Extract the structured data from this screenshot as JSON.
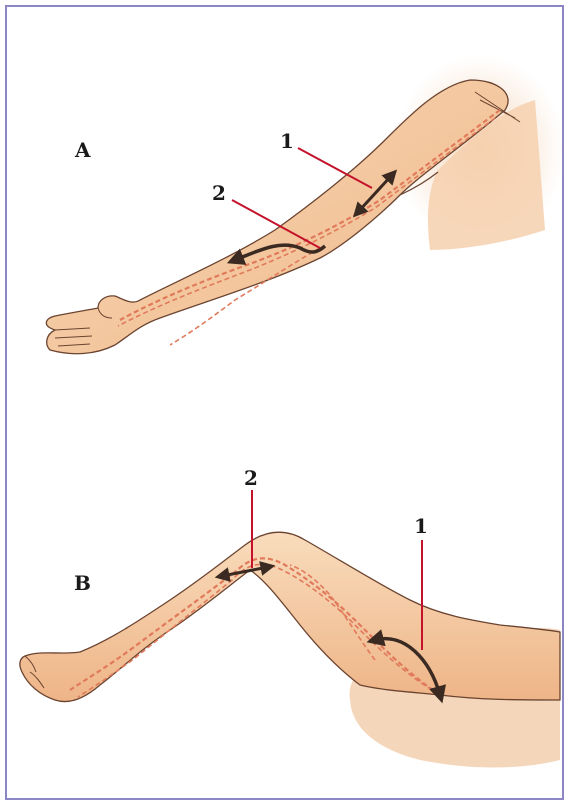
{
  "panels": [
    {
      "letter": "A",
      "callouts": [
        {
          "number": "1"
        },
        {
          "number": "2"
        }
      ]
    },
    {
      "letter": "B",
      "callouts": [
        {
          "number": "2"
        },
        {
          "number": "1"
        }
      ]
    }
  ],
  "colors": {
    "frame": "#8c86c4",
    "skin": "#f5c9a0",
    "skin_shadow": "#eaa97a",
    "skin_outline": "#6b4430",
    "nerve": "#e07a5a",
    "leader": "#c4122b",
    "arrow": "#3a2a22",
    "background_wash": "#f3d2b3"
  }
}
